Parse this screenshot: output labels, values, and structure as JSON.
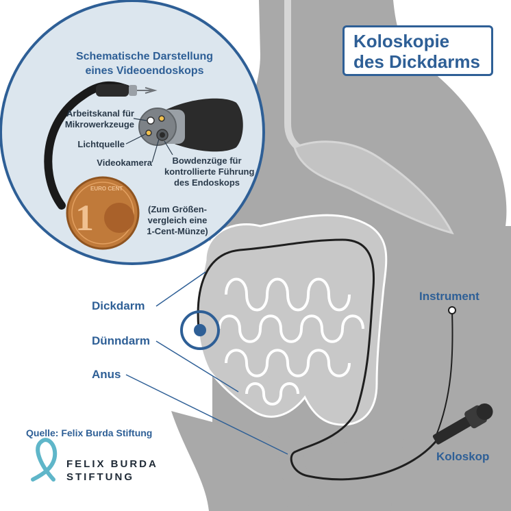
{
  "title": {
    "line1": "Koloskopie",
    "line2": "des Dickdarms"
  },
  "labels": {
    "dickdarm": "Dickdarm",
    "duenndarm": "Dünndarm",
    "anus": "Anus",
    "instrument": "Instrument",
    "koloskop": "Koloskop"
  },
  "inset": {
    "title_line1": "Schematische Darstellung",
    "title_line2": "eines Videoendoskops",
    "arbeitskanal_line1": "Arbeitskanal für",
    "arbeitskanal_line2": "Mikrowerkzeuge",
    "lichtquelle": "Lichtquelle",
    "videokamera": "Videokamera",
    "bowden_line1": "Bowdenzüge für",
    "bowden_line2": "kontrollierte Führung",
    "bowden_line3": "des Endoskops",
    "coin_line1": "(Zum Größen-",
    "coin_line2": "vergleich eine",
    "coin_line3": "1-Cent-Münze)",
    "coin_text": "EURO CENT",
    "coin_value": "1"
  },
  "source": "Quelle: Felix Burda Stiftung",
  "logo": {
    "line1": "FELIX BURDA",
    "line2": "STIFTUNG"
  },
  "colors": {
    "accent": "#2e5f96",
    "body": "#a8a8a8",
    "organ": "#c9c9c9",
    "inset_bg": "#dce6ee",
    "coin": "#c07a3a"
  }
}
